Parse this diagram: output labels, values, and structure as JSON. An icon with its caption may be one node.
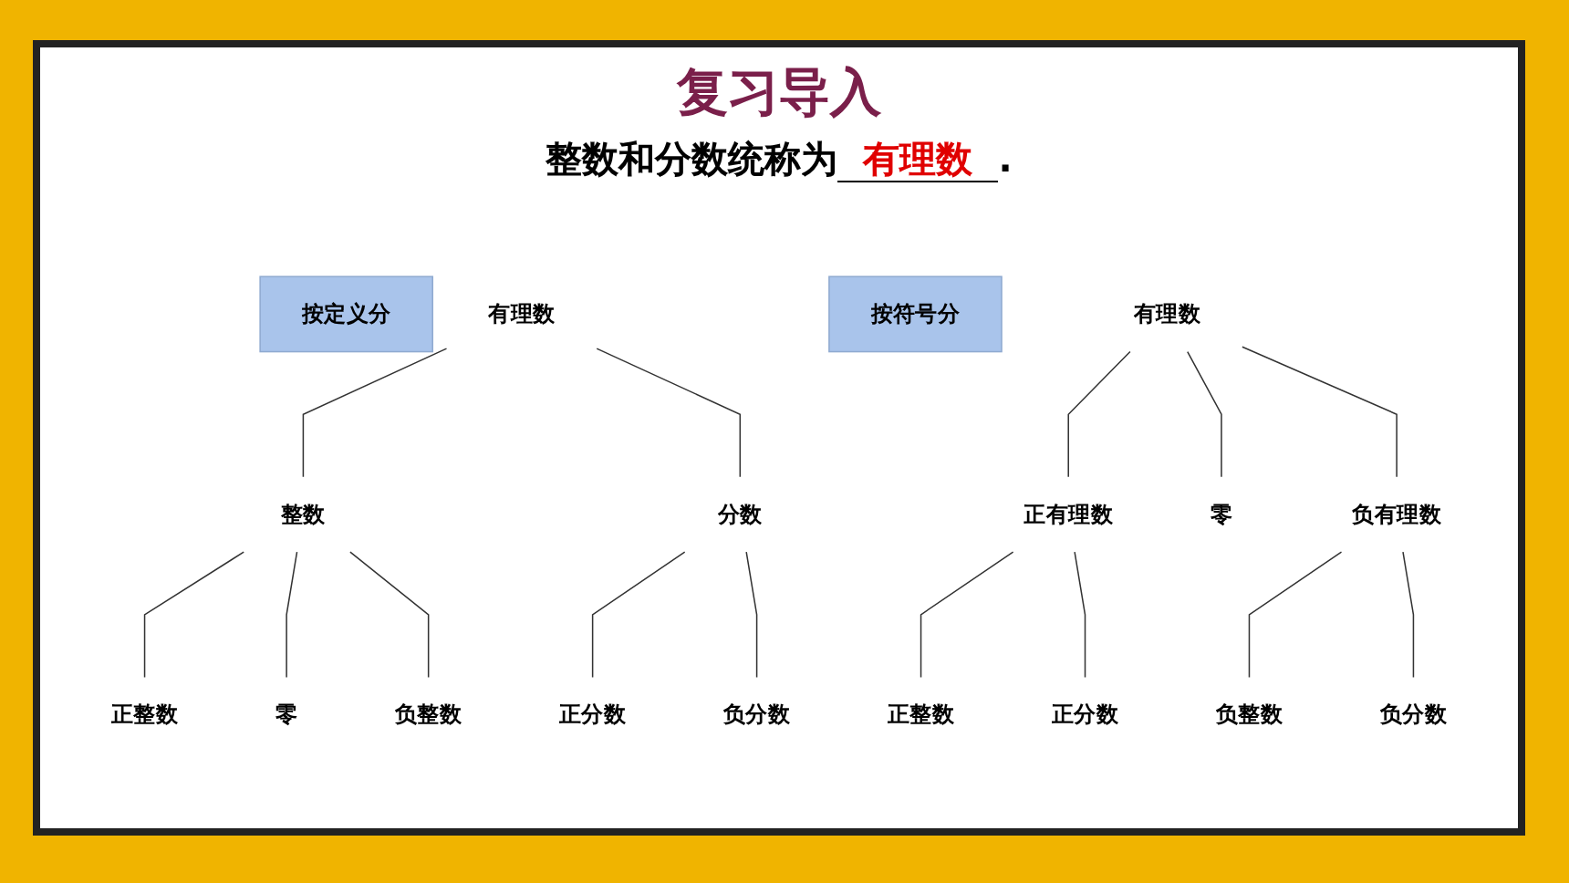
{
  "diagram": {
    "title": "复习导入",
    "nodes": [
      {
        "text": [
          "按定义分"
        ]
      },
      {
        "text": [
          "有理数"
        ]
      },
      {
        "text": [
          "整数"
        ]
      },
      {
        "text": [
          "正整数"
        ]
      },
      {
        "text": [
          "零"
        ]
      },
      {
        "text": [
          "负整数"
        ]
      },
      {
        "text": [
          "分数"
        ]
      },
      {
        "text": [
          "正分数"
        ]
      },
      {
        "text": [
          "负分数"
        ]
      },
      {
        "text": [
          "按符号分"
        ]
      },
      {
        "text": [
          "有理数"
        ]
      },
      {
        "text": [
          "正有理数"
        ]
      },
      {
        "text": [
          "正整数"
        ]
      },
      {
        "text": [
          "正分数"
        ]
      },
      {
        "text": [
          "零"
        ]
      },
      {
        "text": [
          "负有理数"
        ]
      },
      {
        "text": [
          "负整数"
        ]
      },
      {
        "text": [
          "负分数"
        ]
      }
    ],
    "edges": [
      {
        "from": 1,
        "to": 2,
        "arrow": "none"
      },
      {
        "from": 1,
        "to": 6,
        "arrow": "none"
      },
      {
        "from": 2,
        "to": 3,
        "arrow": "none"
      },
      {
        "from": 2,
        "to": 4,
        "arrow": "none"
      },
      {
        "from": 2,
        "to": 5,
        "arrow": "none"
      },
      {
        "from": 6,
        "to": 7,
        "arrow": "none"
      },
      {
        "from": 6,
        "to": 8,
        "arrow": "none"
      },
      {
        "from": 10,
        "to": 11,
        "arrow": "none"
      },
      {
        "from": 10,
        "to": 14,
        "arrow": "none"
      },
      {
        "from": 10,
        "to": 15,
        "arrow": "none"
      },
      {
        "from": 11,
        "to": 12,
        "arrow": "none"
      },
      {
        "from": 11,
        "to": 13,
        "arrow": "none"
      },
      {
        "from": 15,
        "to": 16,
        "arrow": "none"
      },
      {
        "from": 15,
        "to": 17,
        "arrow": "none"
      }
    ],
    "labels": [
      "整数和分数统称为",
      "有理数",
      "."
    ]
  }
}
